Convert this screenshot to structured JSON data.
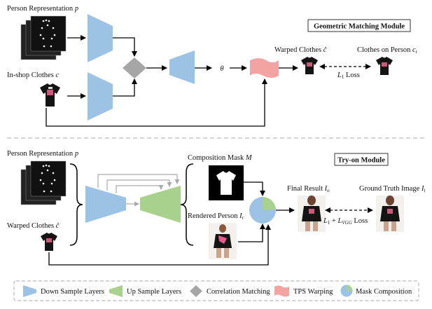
{
  "gmm": {
    "title": "Geometric Matching Module",
    "person_representation": "Person Representation",
    "person_representation_symbol": "p",
    "inshop_clothes": "In-shop Clothes",
    "inshop_clothes_symbol": "c",
    "theta": "θ",
    "warped_clothes": "Warped Clothes",
    "warped_clothes_symbol": "ĉ",
    "clothes_on_person": "Clothes on Person",
    "clothes_on_person_symbol": "c",
    "clothes_on_person_sub": "t",
    "loss_symbol": "L",
    "loss_sub": "1",
    "loss_word": "Loss"
  },
  "tom": {
    "title": "Try-on Module",
    "person_representation": "Person Representation",
    "person_representation_symbol": "p",
    "warped_clothes": "Warped Clothes",
    "warped_clothes_symbol": "ĉ",
    "composition_mask": "Composition Mask",
    "composition_mask_symbol": "M",
    "rendered_person": "Rendered Person",
    "rendered_person_symbol": "I",
    "rendered_person_sub": "r",
    "final_result": "Final Result",
    "final_result_symbol": "I",
    "final_result_sub": "o",
    "ground_truth": "Ground Truth Image",
    "ground_truth_symbol": "I",
    "ground_truth_sub": "t",
    "loss_l1": "L",
    "loss_l1_sub": "1",
    "loss_plus": "+",
    "loss_vgg": "L",
    "loss_vgg_sub": "VGG",
    "loss_word": "Loss"
  },
  "legend": {
    "down_sample": "Down Sample Layers",
    "up_sample": "Up Sample Layers",
    "correlation": "Correlation Matching",
    "tps": "TPS Warping",
    "mask_composition": "Mask Composition"
  },
  "colors": {
    "down": "#9cc3e6",
    "up": "#a9d18e",
    "corr": "#a6a6a6",
    "tps": "#f4a3a3"
  }
}
